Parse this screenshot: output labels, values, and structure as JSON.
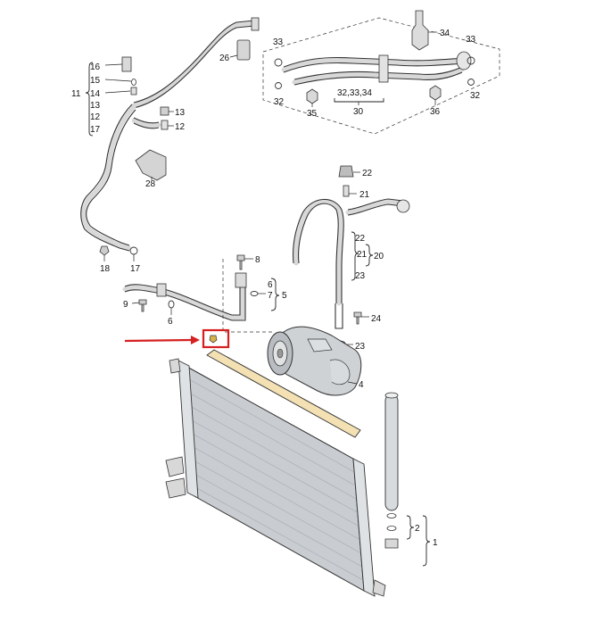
{
  "colors": {
    "pipe": "#d8d8d8",
    "outline": "#333333",
    "condenser": "#c9cdd2",
    "gasket": "#f3e1b4",
    "highlight": "#d62020"
  },
  "icons": [
    "red-arrow-icon",
    "highlight-box"
  ],
  "labels": {
    "l1": "1",
    "l2": "2",
    "l4": "4",
    "l5": "5",
    "l6": "6",
    "l6b": "6",
    "l7": "7",
    "l8": "8",
    "l9": "9",
    "l11": "11",
    "l12": "12",
    "l12b": "12",
    "l13": "13",
    "l13b": "13",
    "l14": "14",
    "l15": "15",
    "l16": "16",
    "l17": "17",
    "l17b": "17",
    "l18": "18",
    "l20": "20",
    "l21": "21",
    "l21b": "21",
    "l22": "22",
    "l22b": "22",
    "l23": "23",
    "l23b": "23",
    "l24": "24",
    "l26": "26",
    "l28": "28",
    "l30": "30",
    "l32a": "32",
    "l32b": "32",
    "l3234": "32,33,34",
    "l33a": "33",
    "l33b": "33",
    "l34": "34",
    "l35": "35",
    "l36": "36"
  }
}
